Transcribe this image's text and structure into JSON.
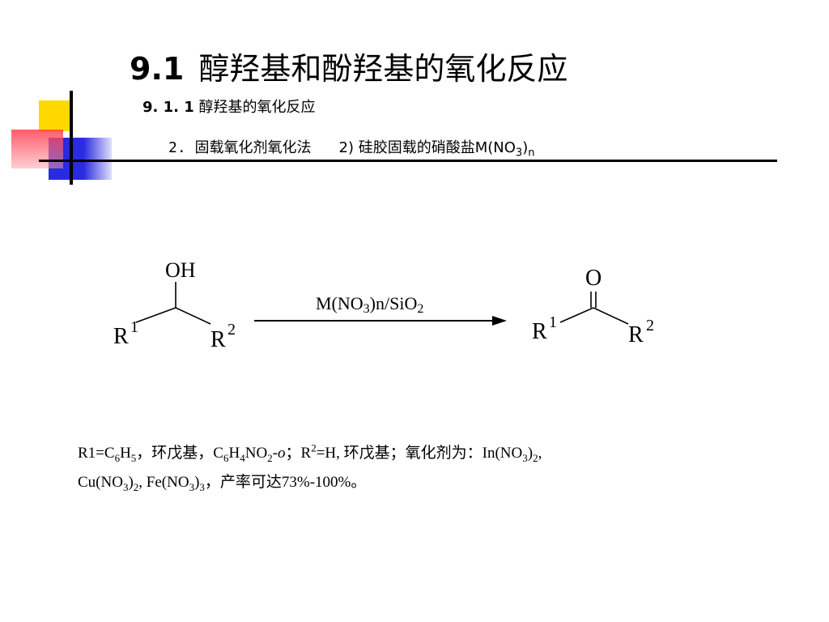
{
  "slide": {
    "title_number": "9.1",
    "title_text": "醇羟基和酚羟基的氧化反应",
    "subtitle_number": "9. 1. 1",
    "subtitle_text": "醇羟基的氧化反应",
    "method_item": "2.  固载氧化剂氧化法",
    "method_detail_prefix": "2) 硅胶固载的硝酸盐M(NO",
    "method_detail_sub3": "3",
    "method_detail_close": ")",
    "method_detail_subn": "n",
    "colors": {
      "yellow": "#ffd800",
      "blue": "#2a2ae0",
      "red": "#ff4050"
    }
  },
  "scheme": {
    "reactant_oh": "OH",
    "reactant_r1": "R",
    "reactant_r1_sup": "1",
    "reactant_r2": "R",
    "reactant_r2_sup": "2",
    "reagent_a": "M(NO",
    "reagent_sub3": "3",
    "reagent_b": ")n/SiO",
    "reagent_sub2": "2",
    "product_o": "O",
    "product_r1": "R",
    "product_r1_sup": "1",
    "product_r2": "R",
    "product_r2_sup": "2"
  },
  "notes": {
    "l1_a": "R1=C",
    "l1_s6": "6",
    "l1_b": "H",
    "l1_s5": "5",
    "l1_c": "，环戊基，C",
    "l1_s6b": "6",
    "l1_d": "H",
    "l1_s4": "4",
    "l1_e": "NO",
    "l1_s2": "2",
    "l1_f": "-",
    "l1_o": "o",
    "l1_g": "；R",
    "l1_sup2": "2",
    "l1_h": "=H, 环戊基；氧化剂为：In(NO",
    "l1_s3": "3",
    "l1_i": ")",
    "l1_s2b": "2",
    "l1_j": ",",
    "l2_a": "Cu(NO",
    "l2_s3": "3",
    "l2_b": ")",
    "l2_s2": "2",
    "l2_c": ", Fe(NO",
    "l2_s3b": "3",
    "l2_d": ")",
    "l2_s3c": "3",
    "l2_e": "，产率可达73%-100%。"
  }
}
